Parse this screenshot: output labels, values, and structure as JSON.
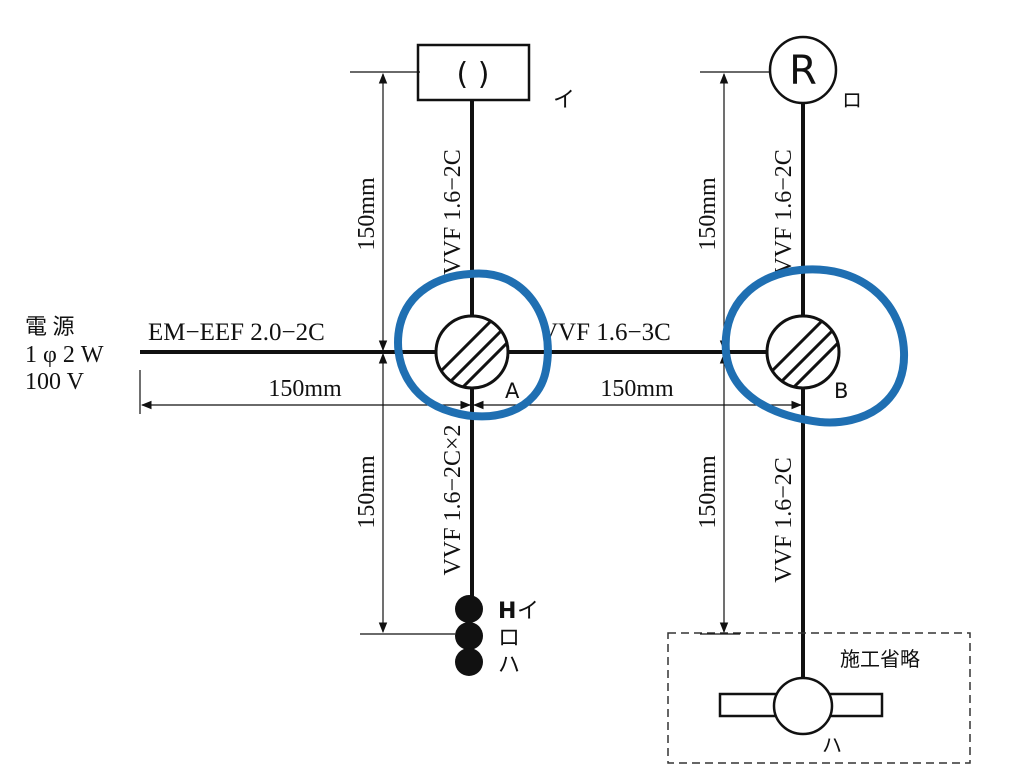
{
  "power": {
    "line1": "電 源",
    "line2": "1 φ 2 W",
    "line3": "100 V"
  },
  "cables": {
    "main": "EM−EEF 2.0−2C",
    "a_to_b": "VVF 1.6−3C",
    "a_up": "VVF 1.6−2C",
    "a_down": "VVF 1.6−2C×2",
    "b_up": "VVF 1.6−2C",
    "b_down": "VVF 1.6−2C"
  },
  "dimensions": {
    "horizontal_left": "150mm",
    "horizontal_right": "150mm",
    "vertical_a_up": "150mm",
    "vertical_a_down": "150mm",
    "vertical_b_up": "150mm",
    "vertical_b_down": "150mm"
  },
  "boxes": {
    "a": "A",
    "b": "B"
  },
  "fixtures": {
    "ceiling_light_symbol": "( )",
    "ceiling_light_label": "イ",
    "receptacle_symbol": "R",
    "receptacle_label": "ロ",
    "fixture_bottom_label": "ハ"
  },
  "switches": {
    "s1_prefix": "H",
    "s1_label": "イ",
    "s2_label": "ロ",
    "s3_label": "ハ"
  },
  "omitted": "施工省略",
  "colors": {
    "line": "#111111",
    "highlight": "#1f6fb2"
  }
}
